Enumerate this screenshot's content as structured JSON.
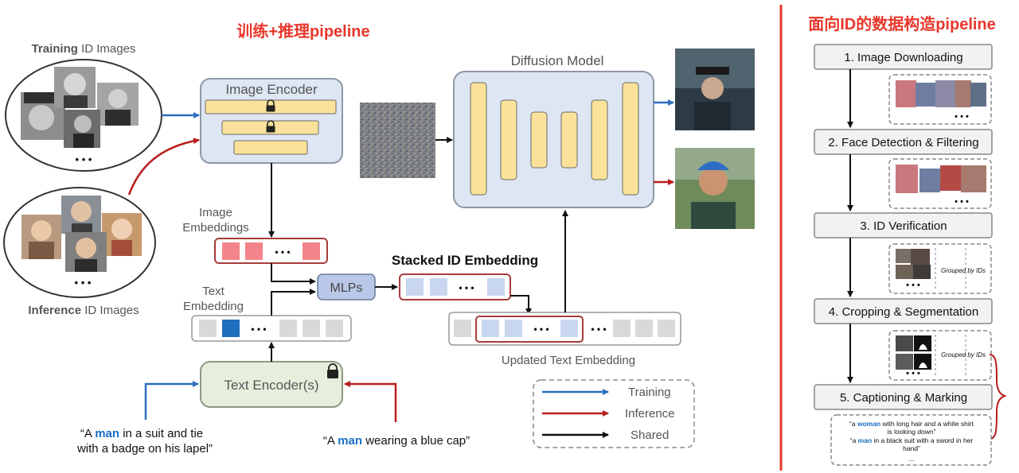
{
  "left_title": "训练+推理pipeline",
  "right_title": "面向ID的数据构造pipeline",
  "training_images_label": {
    "bold": "Training",
    "rest": " ID Images"
  },
  "inference_images_label": {
    "bold": "Inference",
    "rest": " ID Images"
  },
  "ellipsis": "• • •",
  "image_encoder": "Image Encoder",
  "image_embeddings": [
    "Image",
    "Embeddings"
  ],
  "text_embedding": [
    "Text",
    "Embedding"
  ],
  "mlps": "MLPs",
  "stacked_id_embedding": "Stacked ID Embedding",
  "text_encoder": "Text Encoder(s)",
  "diffusion_model": "Diffusion Model",
  "updated_text_embedding": "Updated Text Embedding",
  "prompt_training": {
    "line1_pre": "“A ",
    "line1_key": "man",
    "line1_post": " in a suit and tie",
    "line2": "with a badge on his lapel”"
  },
  "prompt_inference": {
    "pre": "“A ",
    "key": "man",
    "post": " wearing a blue cap”"
  },
  "legend": {
    "training": "Training",
    "inference": "Inference",
    "shared": "Shared"
  },
  "data_steps": [
    "1. Image Downloading",
    "2. Face Detection & Filtering",
    "3. ID Verification",
    "4. Cropping & Segmentation",
    "5. Captioning & Marking"
  ],
  "grouped_by_ids": "Grouped by IDs",
  "caption_examples": {
    "c1_pre": "“a ",
    "c1_key": "woman",
    "c1_post": " with long hair and a white shirt",
    "c1_line2": "is looking down”",
    "c2_pre": "“a ",
    "c2_key": "man",
    "c2_post": " in a black suit with a sword in her",
    "c2_line2": "hand”",
    "more": "..."
  },
  "colors": {
    "training": "#2d6fbf",
    "inference": "#b81d1d",
    "shared": "#111111",
    "accent_title": "#e8372b",
    "keyword_blue": "#1a6fc4",
    "encoder_fill": "#dde6f2",
    "yellow_bar": "#fbe29a",
    "pink_token": "#f4848b",
    "blue_token": "#c9d6ef",
    "mlp_fill": "#b9c8e8",
    "text_encoder_fill": "#e5efdc"
  },
  "icons": [
    "lock-icon",
    "arrow-icon",
    "photo-icon",
    "noise-icon",
    "bracket-icon"
  ]
}
